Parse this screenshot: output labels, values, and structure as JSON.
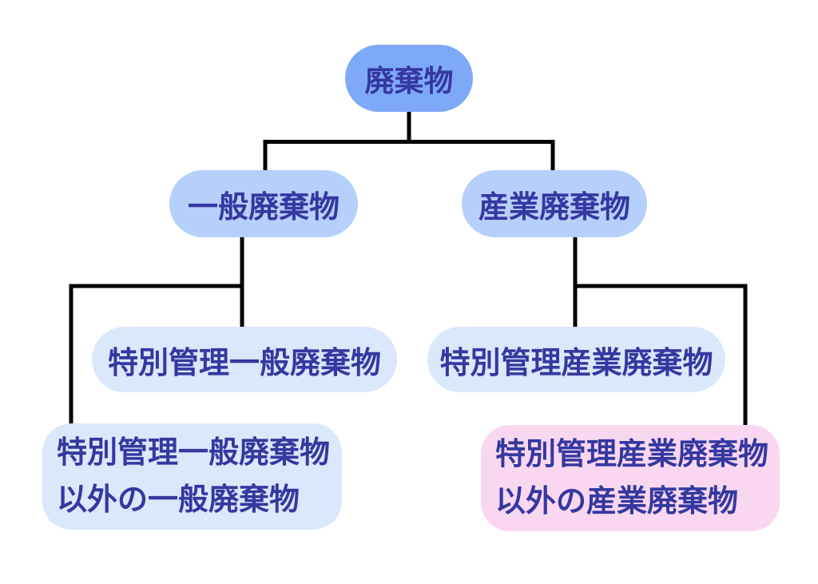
{
  "diagram": {
    "description": "waste-classification-tree",
    "colors": {
      "background": "#FFFFFF",
      "root_fill": "#7EA9F8",
      "level2_fill": "#B6CFFB",
      "level3_fill": "#DBE7FA",
      "highlight_fill": "#FAD7F0",
      "text": "#3438A0",
      "line": "#000000"
    },
    "nodes": {
      "root": {
        "label": "廃棄物"
      },
      "general": {
        "label": "一般廃棄物"
      },
      "industrial": {
        "label": "産業廃棄物"
      },
      "special_general": {
        "label": "特別管理一般廃棄物"
      },
      "special_industrial": {
        "label": "特別管理産業廃棄物"
      },
      "other_general": {
        "line1": "特別管理一般廃棄物",
        "line2": "以外の一般廃棄物"
      },
      "other_industrial": {
        "line1": "特別管理産業廃棄物",
        "line2": "以外の産業廃棄物"
      }
    }
  }
}
